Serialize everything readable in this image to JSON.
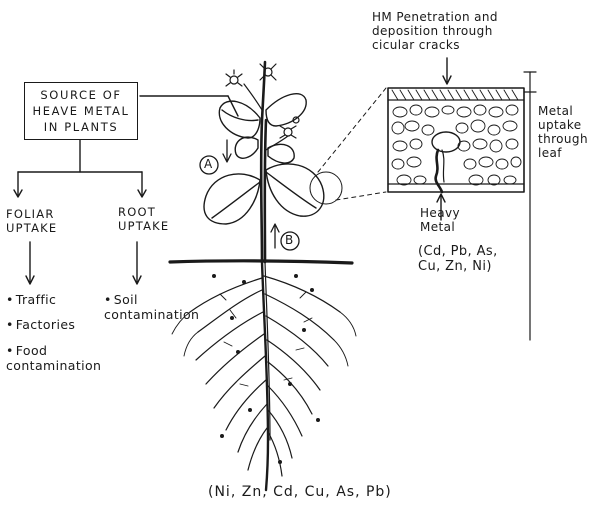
{
  "source_box": {
    "lines": [
      "SOURCE OF",
      "HEAVE METAL",
      "IN PLANTS"
    ]
  },
  "foliar": {
    "label_lines": [
      "FOLIAR",
      "UPTAKE"
    ],
    "items": [
      "Traffic",
      "Factories",
      "Food\ncontamination"
    ]
  },
  "root": {
    "label_lines": [
      "ROOT",
      "UPTAKE"
    ],
    "items": [
      "Soil\ncontamination"
    ]
  },
  "markers": {
    "a": "A",
    "b": "B"
  },
  "hm_penetration": "HM Penetration and\ndeposition through\ncicular cracks",
  "metal_uptake_leaf": "Metal\nuptake\nthrough\nleaf",
  "heavy_metal": {
    "label": "Heavy\nMetal",
    "elements": "(Cd, Pb, As,\nCu, Zn, Ni)"
  },
  "root_metals": "(Ni, Zn, Cd, Cu, As, Pb)",
  "colors": {
    "ink": "#1a1a1a",
    "paper": "#ffffff"
  }
}
